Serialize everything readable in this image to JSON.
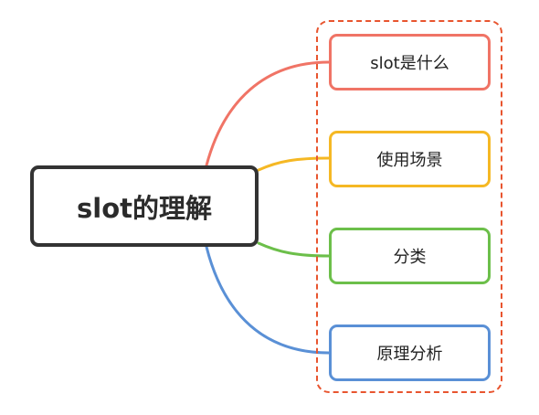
{
  "diagram": {
    "type": "mind-map",
    "root": {
      "label": "slot的理解"
    },
    "group_border_color": "#e8552f",
    "branches": [
      {
        "label": "slot是什么",
        "color": "#f07466"
      },
      {
        "label": "使用场景",
        "color": "#f5b824"
      },
      {
        "label": "分类",
        "color": "#6cbf4a"
      },
      {
        "label": "原理分析",
        "color": "#5a90d6"
      }
    ]
  }
}
